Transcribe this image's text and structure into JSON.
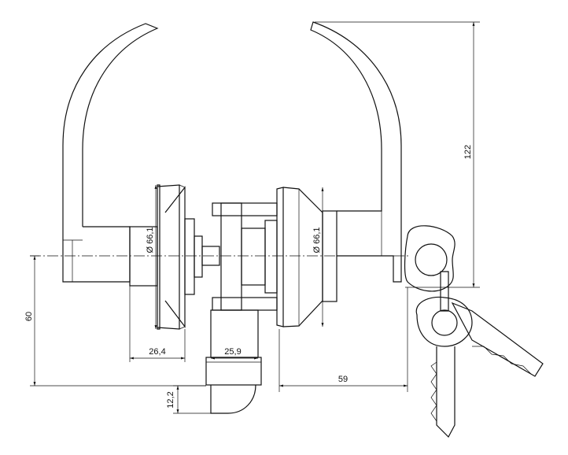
{
  "dimensions": {
    "height_top": "122",
    "height_axis": "60",
    "rose_diameter_left": "Ø 66,1",
    "rose_diameter_right": "Ø 66,1",
    "rose_depth": "26,4",
    "latch_width": "25,9",
    "backset": "59",
    "latch_projection": "12,2"
  },
  "colors": {
    "line": "#111111",
    "background": "#ffffff"
  }
}
